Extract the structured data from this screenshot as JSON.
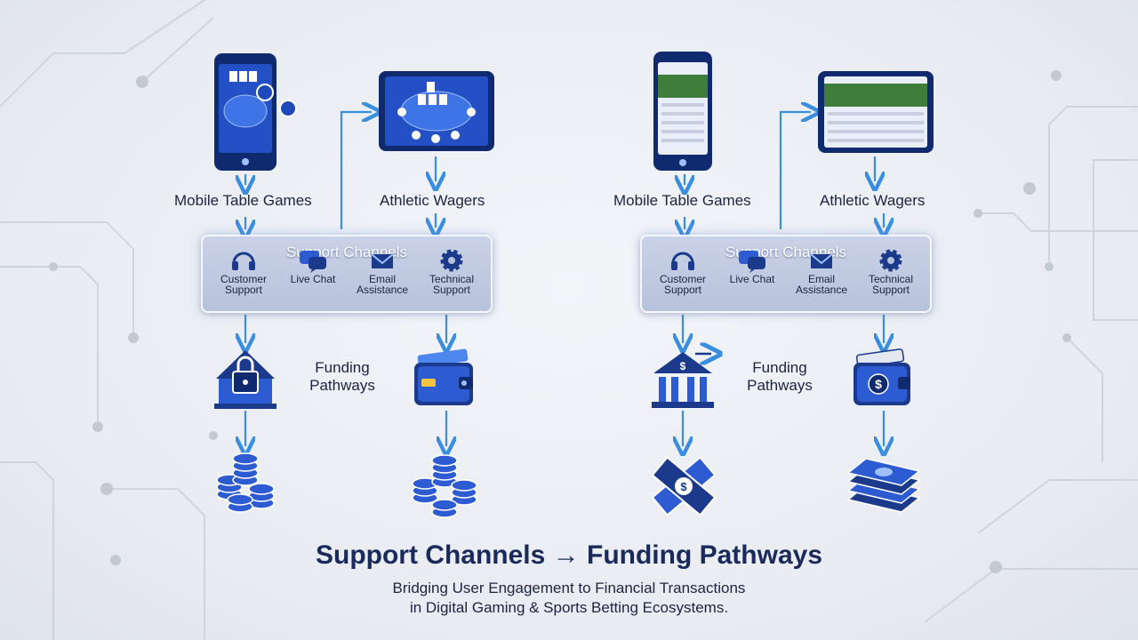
{
  "colors": {
    "navy": "#1b3a8c",
    "blue": "#2d5bd1",
    "arrow": "#3a8ee0",
    "text": "#1d2340"
  },
  "left": {
    "device_label_1": "Mobile Table Games",
    "device_label_2": "Athletic Wagers",
    "support": {
      "title": "Support Channels",
      "channels": [
        {
          "line1": "Customer",
          "line2": "Support",
          "icon": "headset-icon"
        },
        {
          "line1": "Live Chat",
          "line2": "",
          "icon": "chat-bubbles-icon"
        },
        {
          "line1": "Email",
          "line2": "Assistance",
          "icon": "envelope-icon"
        },
        {
          "line1": "Technical",
          "line2": "Support",
          "icon": "gear-icon"
        }
      ]
    },
    "funding_line1": "Funding",
    "funding_line2": "Pathways",
    "icons": [
      "bank-lock-icon",
      "wallet-card-icon",
      "chip-stacks-icon",
      "chip-stacks-icon"
    ]
  },
  "right": {
    "device_label_1": "Mobile Table Games",
    "device_label_2": "Athletic Wagers",
    "support": {
      "title": "Support Channels",
      "channels": [
        {
          "line1": "Customer",
          "line2": "Support",
          "icon": "headset-icon"
        },
        {
          "line1": "Live Chat",
          "line2": "",
          "icon": "chat-bubbles-icon"
        },
        {
          "line1": "Email",
          "line2": "Assistance",
          "icon": "envelope-icon"
        },
        {
          "line1": "Technical",
          "line2": "Support",
          "icon": "gear-icon"
        }
      ]
    },
    "funding_line1": "Funding",
    "funding_line2": "Pathways",
    "icons": [
      "bank-transfer-icon",
      "wallet-dollar-icon",
      "tickets-icon",
      "cash-stack-icon"
    ]
  },
  "headline": "Support Channels → Funding Pathways",
  "subline_1": "Bridging User Engagement to Financial Transactions",
  "subline_2": "in Digital Gaming & Sports Betting Ecosystems."
}
